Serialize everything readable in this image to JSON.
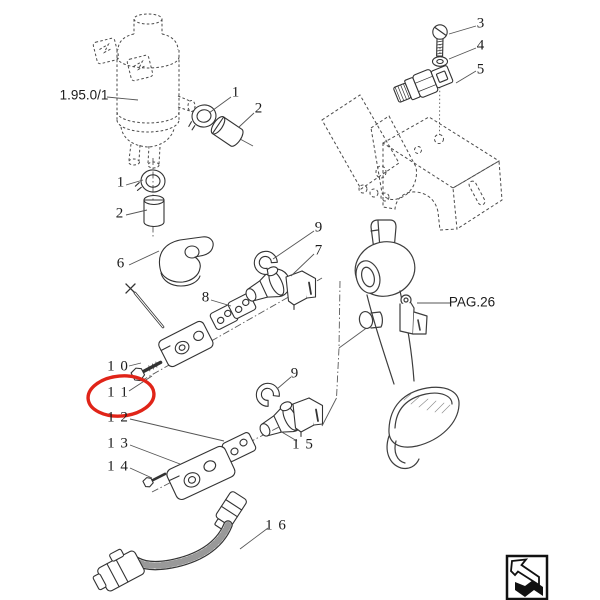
{
  "figure": {
    "reference_code": "1.95.0/1",
    "page_reference": "PAG.26",
    "highlight": {
      "item": "1 1",
      "color": "#e02418"
    }
  },
  "callouts": [
    {
      "id": "hose-clamp-upper",
      "label": "1"
    },
    {
      "id": "hose-cap-upper",
      "label": "2"
    },
    {
      "id": "screw",
      "label": "3"
    },
    {
      "id": "washer",
      "label": "4"
    },
    {
      "id": "pressure-switch",
      "label": "5"
    },
    {
      "id": "hose-clamp-lower",
      "label": "1"
    },
    {
      "id": "hose-cap-lower",
      "label": "2"
    },
    {
      "id": "cable-bracket",
      "label": "6"
    },
    {
      "id": "retaining-clip-upper",
      "label": "9"
    },
    {
      "id": "roller-upper",
      "label": "7"
    },
    {
      "id": "spacer-plates",
      "label": "8"
    },
    {
      "id": "bolt",
      "label": "1 0"
    },
    {
      "id": "washer-highlighted",
      "label": "1 1"
    },
    {
      "id": "spacer-plate-lower",
      "label": "1 2"
    },
    {
      "id": "sensor-lower",
      "label": "1 3"
    },
    {
      "id": "screw-lower",
      "label": "1 4"
    },
    {
      "id": "retaining-clip-lower",
      "label": "9"
    },
    {
      "id": "roller-lower",
      "label": "1 5"
    },
    {
      "id": "wiring-harness",
      "label": "1 6"
    }
  ]
}
